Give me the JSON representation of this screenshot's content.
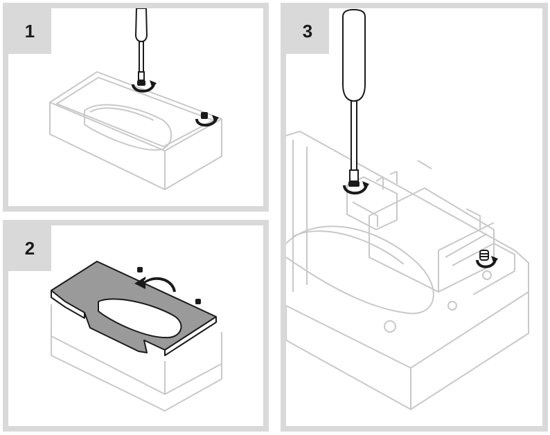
{
  "steps": [
    {
      "number": "1"
    },
    {
      "number": "2"
    },
    {
      "number": "3"
    }
  ],
  "colors": {
    "frame": "#d9d9d9",
    "outline": "#1a1a1a",
    "faint_outline": "#c8c8c8",
    "cover_fill": "#9a9a9a",
    "tool": "#ffffff"
  },
  "icons": [
    "screwdriver-icon",
    "rotate-arrow-icon",
    "screw-icon",
    "lift-arrow-icon"
  ]
}
